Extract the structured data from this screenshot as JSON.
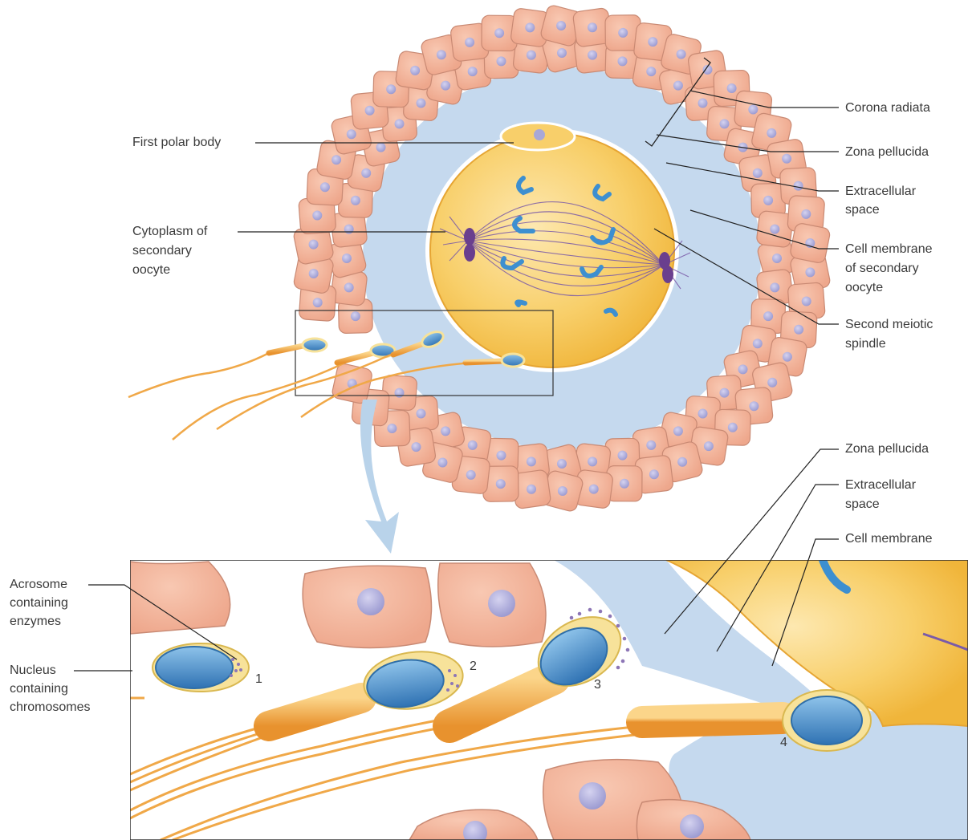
{
  "labels": {
    "corona_radiata": "Corona radiata",
    "zona_pellucida": "Zona pellucida",
    "extracellular_space_1": "Extracellular",
    "extracellular_space_2": "space",
    "cell_membrane_1": "Cell membrane",
    "cell_membrane_2": "of secondary",
    "cell_membrane_3": "oocyte",
    "meiotic_spindle_1": "Second meiotic",
    "meiotic_spindle_2": "spindle",
    "first_polar_body": "First polar body",
    "cytoplasm_1": "Cytoplasm of",
    "cytoplasm_2": "secondary",
    "cytoplasm_3": "oocyte"
  },
  "detail_labels": {
    "zona_pellucida": "Zona pellucida",
    "extracellular_space_1": "Extracellular",
    "extracellular_space_2": "space",
    "cell_membrane": "Cell membrane",
    "acrosome_1": "Acrosome",
    "acrosome_2": "containing",
    "acrosome_3": "enzymes",
    "nucleus_1": "Nucleus",
    "nucleus_2": "containing",
    "nucleus_3": "chromosomes"
  },
  "stage_numbers": [
    "1",
    "2",
    "3",
    "4"
  ],
  "colors": {
    "cell_fill": "#f3b8a0",
    "cell_stroke": "#c98a74",
    "cell_nucleus": "#a9a8d6",
    "zona": "#c5d9ee",
    "oocyte": "#f5c04a",
    "oocyte_center": "#fbe2a0",
    "chromosome": "#3d8fd0",
    "spindle": "#7a5aa8",
    "sperm_tail": "#f0a848",
    "sperm_head": "#3f86c6",
    "sperm_rim": "#f7e29a",
    "leader": "#222222"
  }
}
